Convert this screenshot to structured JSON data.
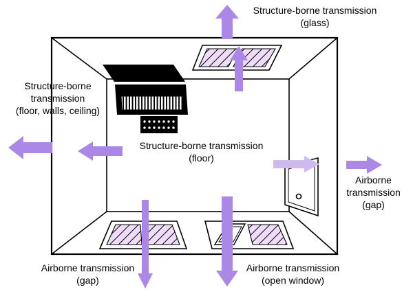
{
  "diagram": {
    "description": "Room cutaway diagram showing sound transmission paths",
    "colors": {
      "arrow": "#ab87e6",
      "arrow_light": "#cfb9f0",
      "window_fill": "#eedcf8",
      "line": "#000000"
    },
    "labels": {
      "top": "Structure-borne transmission\n(glass)",
      "left": "Structure-borne\ntransmission\n(floor, walls, ceiling)",
      "center": "Structure-borne transmission\n(floor)",
      "right": "Airborne\ntransmission\n(gap)",
      "bottom_left": "Airborne transmission\n(gap)",
      "bottom_right": "Airborne transmission\n(open window)"
    }
  }
}
